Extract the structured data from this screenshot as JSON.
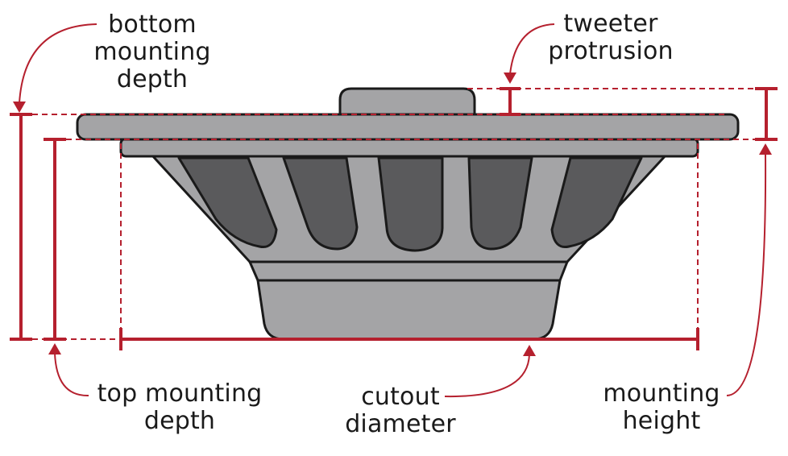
{
  "labels": {
    "bottom_mounting_depth": [
      "bottom",
      "mounting",
      "depth"
    ],
    "tweeter_protrusion": [
      "tweeter",
      "protrusion"
    ],
    "top_mounting_depth": [
      "top mounting",
      "depth"
    ],
    "cutout_diameter": [
      "cutout",
      "diameter"
    ],
    "mounting_height": [
      "mounting",
      "height"
    ]
  },
  "colors": {
    "accent": "#b5202e",
    "outline": "#1a1a1a",
    "body": "#a4a4a6",
    "cone_slot": "#5a5a5c",
    "text": "#1a1a1a"
  }
}
